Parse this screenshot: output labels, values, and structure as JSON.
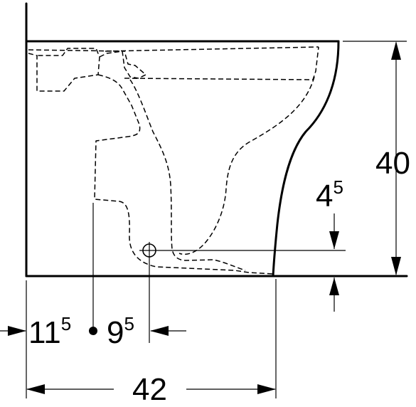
{
  "dimensions": {
    "height_total": "40",
    "outlet_height_base": "4",
    "outlet_height_sup": "5",
    "depth_total": "42",
    "wall_to_axis_base": "11",
    "wall_to_axis_sup": "5",
    "axis_to_outlet_base": "9",
    "axis_to_outlet_sup": "5"
  }
}
